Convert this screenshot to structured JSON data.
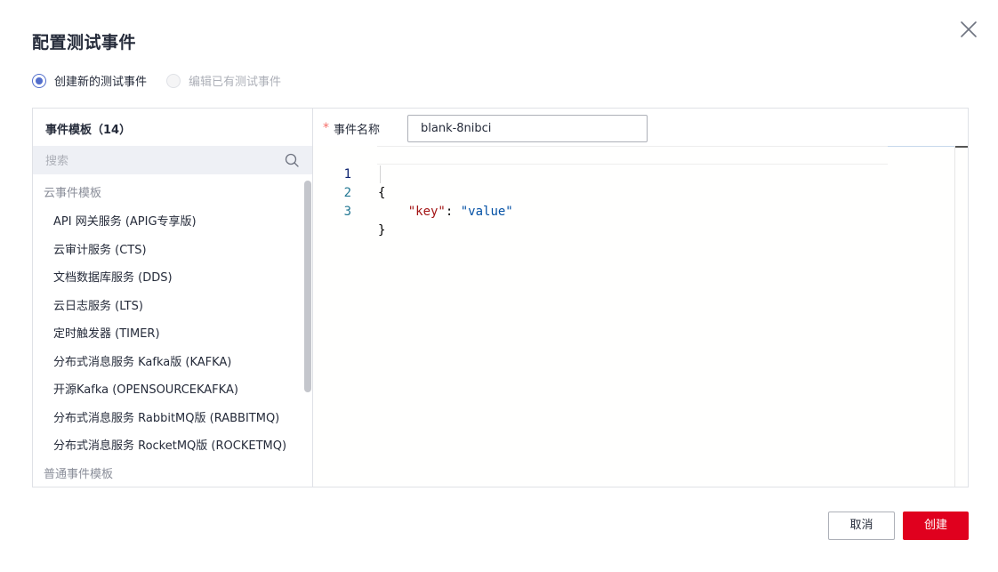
{
  "dialog": {
    "title": "配置测试事件",
    "close_icon": "close-icon"
  },
  "mode": {
    "options": [
      {
        "label": "创建新的测试事件",
        "checked": true,
        "disabled": false
      },
      {
        "label": "编辑已有测试事件",
        "checked": false,
        "disabled": true
      }
    ]
  },
  "templates": {
    "title": "事件模板（14）",
    "search_placeholder": "搜索",
    "groups": [
      {
        "label": "云事件模板",
        "items": [
          "API 网关服务 (APIG专享版)",
          "云审计服务 (CTS)",
          "文档数据库服务 (DDS)",
          "云日志服务 (LTS)",
          "定时触发器 (TIMER)",
          "分布式消息服务 Kafka版 (KAFKA)",
          "开源Kafka (OPENSOURCEKAFKA)",
          "分布式消息服务 RabbitMQ版 (RABBITMQ)",
          "分布式消息服务 RocketMQ版 (ROCKETMQ)"
        ]
      },
      {
        "label": "普通事件模板",
        "items": []
      }
    ]
  },
  "event": {
    "required_mark": "*",
    "name_label": "事件名称",
    "name_value": "blank-8nibci"
  },
  "editor": {
    "line_numbers": [
      "1",
      "2",
      "3"
    ],
    "lines": {
      "l1": "{",
      "l2_indent": "    ",
      "l2_key": "\"key\"",
      "l2_colon": ": ",
      "l2_value": "\"value\"",
      "l3": "}"
    }
  },
  "footer": {
    "cancel_label": "取消",
    "create_label": "创建"
  },
  "colors": {
    "primary": "#526ecc",
    "danger": "#e0001e",
    "json_key": "#a31515",
    "json_string": "#0451a5",
    "line_number": "#237893"
  }
}
